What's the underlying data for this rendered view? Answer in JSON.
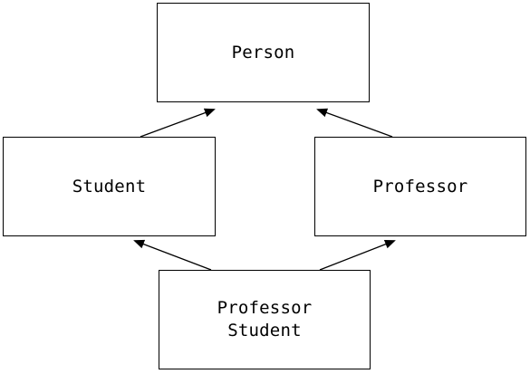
{
  "diagram": {
    "nodes": {
      "person": {
        "label": "Person"
      },
      "student": {
        "label": "Student"
      },
      "professor": {
        "label": "Professor"
      },
      "professor_student": {
        "label": "Professor\nStudent"
      }
    },
    "edges": [
      {
        "from": "student",
        "to": "person"
      },
      {
        "from": "professor",
        "to": "person"
      },
      {
        "from": "professor_student",
        "to": "student"
      },
      {
        "from": "professor_student",
        "to": "professor"
      }
    ]
  }
}
